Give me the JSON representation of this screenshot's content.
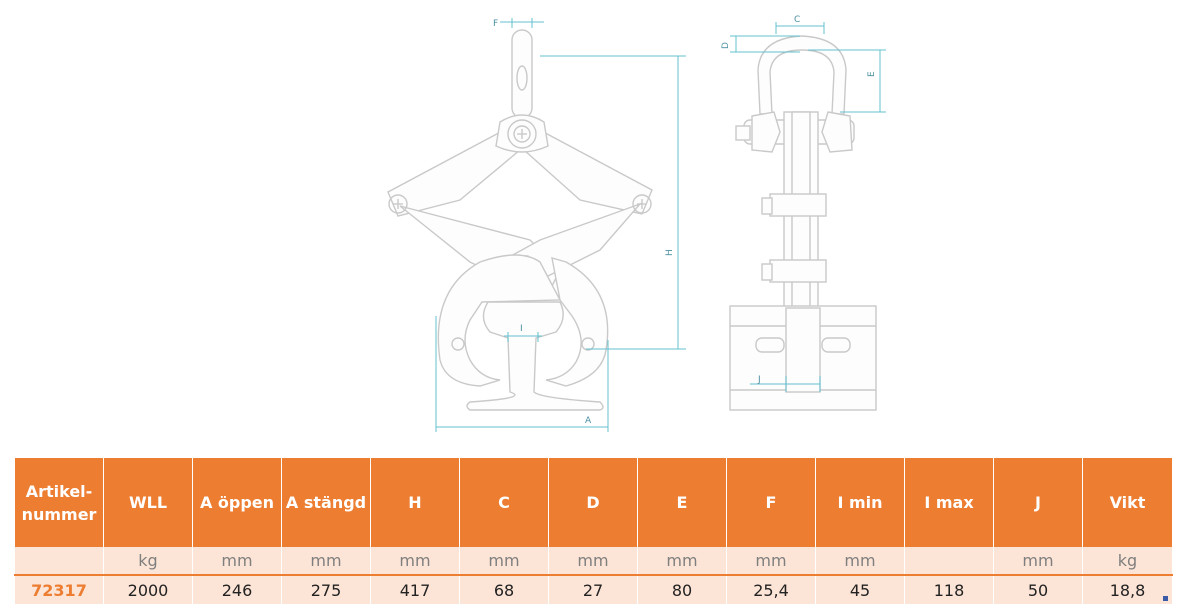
{
  "drawing": {
    "dim_labels": {
      "F": "F",
      "H": "H",
      "I": "I",
      "A": "A",
      "C": "C",
      "D": "D",
      "E": "E",
      "J": "J"
    }
  },
  "table": {
    "headers": [
      "Artikel-\nnummer",
      "WLL",
      "A öppen",
      "A stängd",
      "H",
      "C",
      "D",
      "E",
      "F",
      "I min",
      "I max",
      "J",
      "Vikt"
    ],
    "units": [
      "",
      "kg",
      "mm",
      "mm",
      "mm",
      "mm",
      "mm",
      "mm",
      "mm",
      "mm",
      "",
      "mm",
      "kg"
    ],
    "values": [
      "72317",
      "2000",
      "246",
      "275",
      "417",
      "68",
      "27",
      "80",
      "25,4",
      "45",
      "118",
      "50",
      "18,8"
    ],
    "colors": {
      "header_bg": "#ec7d31",
      "row_bg": "#fce4d6",
      "article_text": "#ec7d31"
    }
  }
}
